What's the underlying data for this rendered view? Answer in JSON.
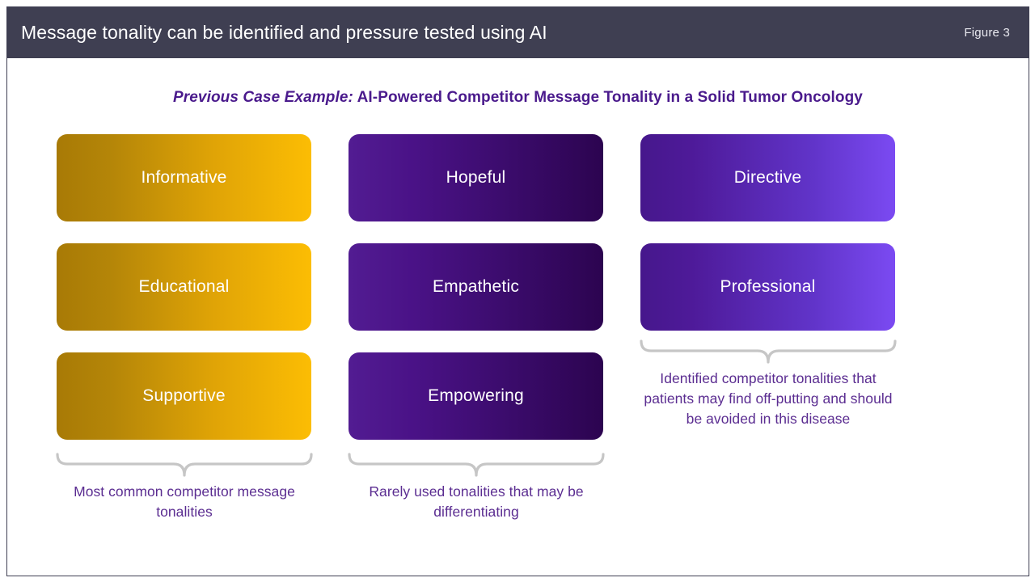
{
  "header": {
    "title": "Message tonality can be identified and pressure tested using AI",
    "figure_label": "Figure 3",
    "bar_color": "#3f3f52",
    "title_color": "#ffffff"
  },
  "subtitle": {
    "lead": "Previous Case Example:",
    "rest": " AI-Powered Competitor Message Tonality in a Solid Tumor Oncology",
    "color": "#4a1a8c"
  },
  "columns": [
    {
      "id": "common-tonalities",
      "gradient_start": "#a87a06",
      "gradient_end": "#fcbd04",
      "boxes": [
        {
          "label": "Informative"
        },
        {
          "label": "Educational"
        },
        {
          "label": "Supportive"
        }
      ],
      "caption": "Most common competitor message tonalities"
    },
    {
      "id": "rare-tonalities",
      "gradient_start": "#521c92",
      "gradient_end": "#2c0450",
      "boxes": [
        {
          "label": "Hopeful"
        },
        {
          "label": "Empathetic"
        },
        {
          "label": "Empowering"
        }
      ],
      "caption": "Rarely used tonalities that may be differentiating"
    },
    {
      "id": "avoid-tonalities",
      "gradient_start": "#46178c",
      "gradient_end": "#7b4af2",
      "boxes": [
        {
          "label": "Directive"
        },
        {
          "label": "Professional"
        }
      ],
      "caption": "Identified competitor tonalities that patients may find off-putting and should be avoided in this disease"
    }
  ],
  "brace": {
    "color": "#c6c6c6",
    "icon": "curly-brace-icon"
  },
  "caption_color": "#5b2d91"
}
